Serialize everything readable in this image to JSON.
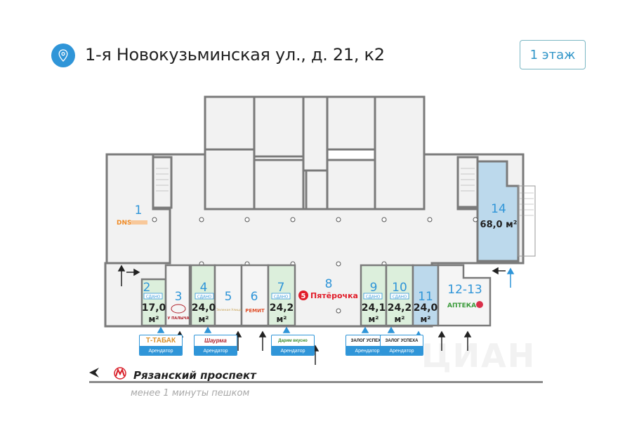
{
  "header": {
    "address": "1-я Новокузьминская ул., д. 21, к2",
    "location_icon": "map-pin-icon",
    "floor_button": "1 этаж"
  },
  "colors": {
    "accent": "#2f95d8",
    "rented_fill": "#dcefdc",
    "rented_border": "#8fc88f",
    "available_fill": "#bcd9ec",
    "wall": "#7a7a7a",
    "floor": "#f2f2f2"
  },
  "units": [
    {
      "number": "1",
      "brand": "DNS"
    },
    {
      "number": "2",
      "status": "СДАНО",
      "area": "17,0",
      "unit": "м²"
    },
    {
      "number": "3",
      "brand": "У ПАЛЫЧА"
    },
    {
      "number": "4",
      "status": "СДАНО",
      "area": "24,0",
      "unit": "м²"
    },
    {
      "number": "5",
      "brand": "Зеленая Улица"
    },
    {
      "number": "6",
      "brand": "РЕМИТ"
    },
    {
      "number": "7",
      "status": "СДАНО",
      "area": "24,2",
      "unit": "м²"
    },
    {
      "number": "8",
      "brand": "Пятёрочка"
    },
    {
      "number": "9",
      "status": "СДАНО",
      "area": "24,1",
      "unit": "м²"
    },
    {
      "number": "10",
      "status": "СДАНО",
      "area": "24,2",
      "unit": "м²"
    },
    {
      "number": "11",
      "area": "24,0",
      "unit": "м²"
    },
    {
      "number": "12-13",
      "brand": "АПТЕКА"
    },
    {
      "number": "14",
      "area": "68,0 м²"
    }
  ],
  "tenants": [
    {
      "name": "Т-ТАБАК",
      "role": "Арендатор"
    },
    {
      "name": "Шаурма",
      "role": "Арендатор"
    },
    {
      "name": "Дарим вкусно",
      "role": "Арендатор"
    },
    {
      "name": "ЗАЛОГ УСПЕХА",
      "role": "Арендатор"
    },
    {
      "name": "ЗАЛОГ УСПЕХА",
      "role": "Арендатор"
    }
  ],
  "metro": {
    "icon": "metro-icon",
    "station": "Рязанский проспект",
    "walk_time": "менее 1 минуты пешком"
  },
  "watermark": "ЦИАН"
}
